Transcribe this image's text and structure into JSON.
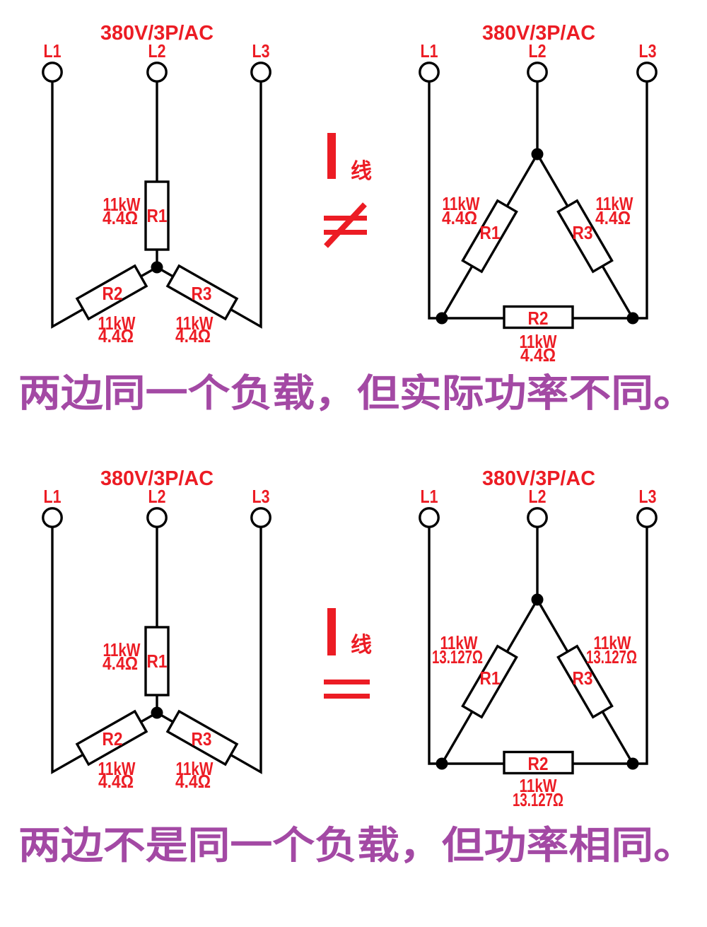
{
  "colors": {
    "red": "#ec1c24",
    "purple": "#a349a4",
    "wire": "#000000"
  },
  "top": {
    "wye": {
      "title": "380V/3P/AC",
      "terminals": [
        "L1",
        "L2",
        "L3"
      ],
      "r1": {
        "label": "R1",
        "power": "11kW",
        "resistance": "4.4Ω"
      },
      "r2": {
        "label": "R2",
        "power": "11kW",
        "resistance": "4.4Ω"
      },
      "r3": {
        "label": "R3",
        "power": "11kW",
        "resistance": "4.4Ω"
      }
    },
    "delta": {
      "title": "380V/3P/AC",
      "terminals": [
        "L1",
        "L2",
        "L3"
      ],
      "r1": {
        "label": "R1",
        "power": "11kW",
        "resistance": "4.4Ω"
      },
      "r2": {
        "label": "R2",
        "power": "11kW",
        "resistance": "4.4Ω"
      },
      "r3": {
        "label": "R3",
        "power": "11kW",
        "resistance": "4.4Ω"
      }
    },
    "relation": {
      "current": "I",
      "subscript": "线",
      "operator": "≠"
    },
    "caption": "两边同一个负载，但实际功率不同。"
  },
  "bottom": {
    "wye": {
      "title": "380V/3P/AC",
      "terminals": [
        "L1",
        "L2",
        "L3"
      ],
      "r1": {
        "label": "R1",
        "power": "11kW",
        "resistance": "4.4Ω"
      },
      "r2": {
        "label": "R2",
        "power": "11kW",
        "resistance": "4.4Ω"
      },
      "r3": {
        "label": "R3",
        "power": "11kW",
        "resistance": "4.4Ω"
      }
    },
    "delta": {
      "title": "380V/3P/AC",
      "terminals": [
        "L1",
        "L2",
        "L3"
      ],
      "r1": {
        "label": "R1",
        "power": "11kW",
        "resistance": "13.127Ω"
      },
      "r2": {
        "label": "R2",
        "power": "11kW",
        "resistance": "13.127Ω"
      },
      "r3": {
        "label": "R3",
        "power": "11kW",
        "resistance": "13.127Ω"
      }
    },
    "relation": {
      "current": "I",
      "subscript": "线",
      "operator": "="
    },
    "caption": "两边不是同一个负载，但功率相同。"
  }
}
